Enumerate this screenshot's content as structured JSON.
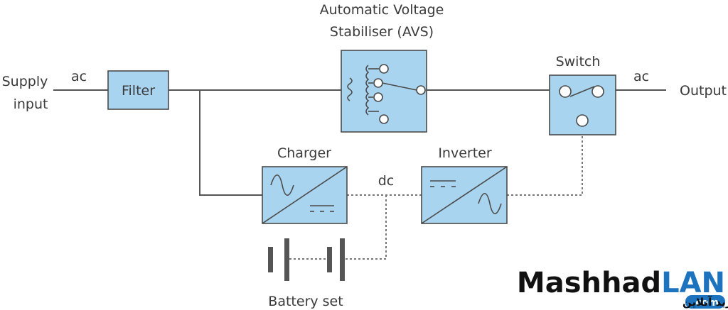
{
  "labels": {
    "supply_line1": "Supply",
    "supply_line2": "input",
    "ac_in": "ac",
    "filter": "Filter",
    "avs_line1": "Automatic Voltage",
    "avs_line2": "Stabiliser (AVS)",
    "switch": "Switch",
    "ac_out": "ac",
    "output": "Output",
    "charger": "Charger",
    "dc": "dc",
    "inverter": "Inverter",
    "battery": "Battery set"
  },
  "watermark": {
    "brand_dark": "Mashhad",
    "brand_blue": "LAN",
    "domain": ".com",
    "tagline": "بررسی، انتخاب و خرید آنلاین"
  },
  "colors": {
    "box_fill": "#a9d4ef",
    "line": "#555555",
    "brand_blue": "#1e73be",
    "brand_dark": "#111111"
  }
}
